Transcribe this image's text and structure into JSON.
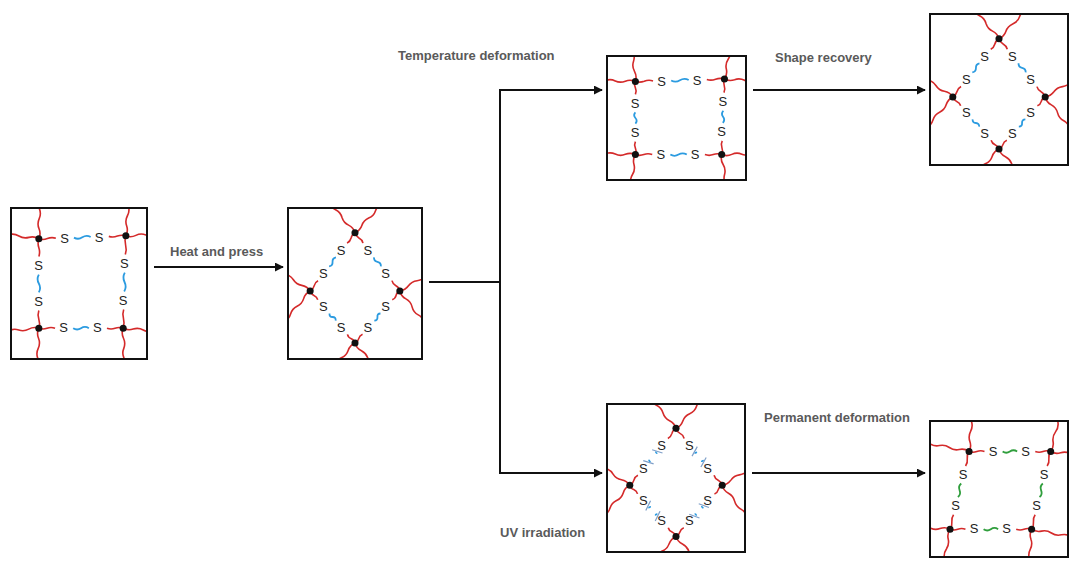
{
  "diagram": {
    "nodes": [
      {
        "text": [
          "S",
          "S",
          "S",
          "S",
          "S",
          "S",
          "S",
          "S"
        ]
      },
      {
        "text": [
          "S",
          "S",
          "S",
          "S",
          "S",
          "S",
          "S",
          "S"
        ]
      },
      {
        "text": [
          "S",
          "S",
          "S",
          "S",
          "S",
          "S",
          "S",
          "S"
        ]
      },
      {
        "text": [
          "S",
          "S",
          "S",
          "S",
          "S",
          "S",
          "S",
          "S"
        ]
      },
      {
        "text": [
          "S",
          "S",
          "S",
          "S",
          "S",
          "S",
          "S",
          "S"
        ]
      },
      {
        "text": [
          "S",
          "S",
          "S",
          "S",
          "S",
          "S",
          "S",
          "S"
        ]
      }
    ],
    "edges": [
      {
        "from": 0,
        "to": 1,
        "arrow": "to",
        "label": "Heat and press"
      },
      {
        "from": 1,
        "to": 2,
        "arrow": "to",
        "label": "Temperature deformation"
      },
      {
        "from": 2,
        "to": 3,
        "arrow": "to",
        "label": "Shape recovery"
      },
      {
        "from": 1,
        "to": 4,
        "arrow": "to",
        "label": "UV irradiation"
      },
      {
        "from": 4,
        "to": 5,
        "arrow": "to",
        "label": "Permanent deformation"
      }
    ]
  }
}
